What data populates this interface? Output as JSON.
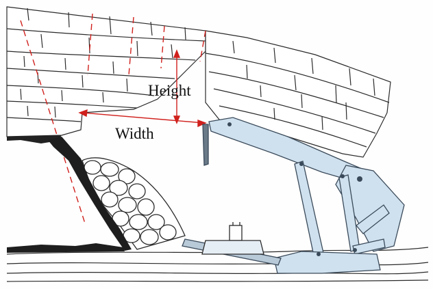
{
  "labels": {
    "height": "Height",
    "width": "Width"
  },
  "colors": {
    "ink": "#2a2a2a",
    "dimension": "#d0201c",
    "support_fill": "#cfe0ee",
    "support_stroke": "#3a4a5a",
    "background": "#fefefe"
  },
  "icons": {
    "roof_strata": "layered-rock-strata",
    "goaf_rubble": "caved-rock-rubble",
    "hydraulic_support": "shield-hydraulic-support"
  }
}
